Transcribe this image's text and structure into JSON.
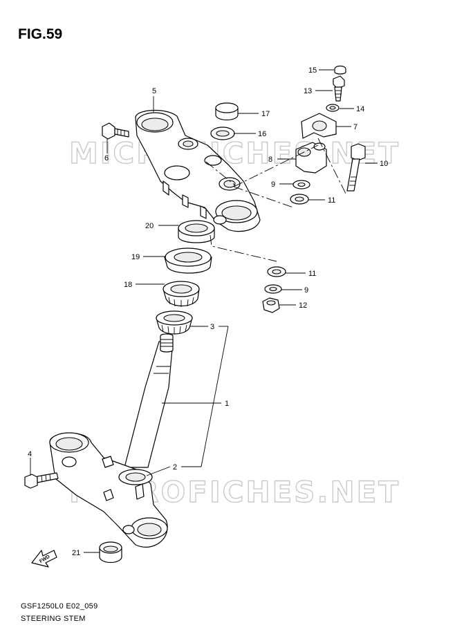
{
  "figure": {
    "title": "FIG.59",
    "model_code": "GSF1250L0 E02_059",
    "section_name": "STEERING STEM"
  },
  "watermark": "MICROFICHES.NET",
  "fwd_label": "FWD",
  "callouts": [
    "1",
    "2",
    "3",
    "4",
    "5",
    "6",
    "7",
    "8",
    "9",
    "10",
    "11",
    "12",
    "13",
    "14",
    "15",
    "16",
    "17",
    "18",
    "19",
    "20",
    "21"
  ],
  "callouts_extra": [
    "9",
    "11"
  ],
  "icons": [
    "forward-arrow-icon"
  ],
  "colors": {
    "line": "#000000",
    "watermark": "#c9c9c9",
    "background": "#ffffff"
  }
}
